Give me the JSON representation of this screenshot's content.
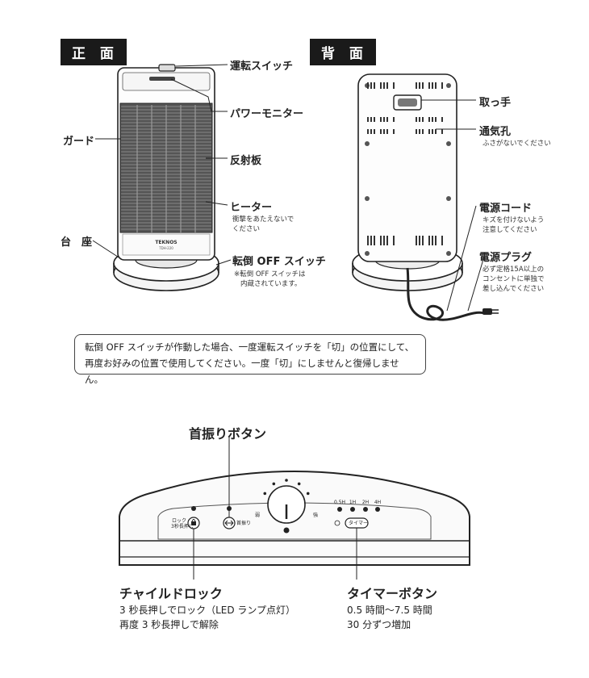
{
  "front": {
    "tag": "正 面",
    "logo": "TEKNOS",
    "model": "TDH-220",
    "labels": {
      "run_switch": "運転スイッチ",
      "power_monitor": "パワーモニター",
      "guard": "ガード",
      "reflector": "反射板",
      "heater": "ヒーター",
      "heater_note_1": "衝撃をあたえないで",
      "heater_note_2": "ください",
      "base": "台　座",
      "tipover_switch": "転倒 OFF スイッチ",
      "tipover_note_1": "※転倒 OFF スイッチは",
      "tipover_note_2": "内蔵されています。"
    }
  },
  "back": {
    "tag": "背 面",
    "labels": {
      "handle": "取っ手",
      "vent": "通気孔",
      "vent_note": "ふさがないでください",
      "power_cord": "電源コード",
      "cord_note_1": "キズを付けないよう",
      "cord_note_2": "注意してください",
      "power_plug": "電源プラグ",
      "plug_note_1": "必ず定格15A以上の",
      "plug_note_2": "コンセントに単独で",
      "plug_note_3": "差し込んでください"
    }
  },
  "notice": {
    "line1": "転倒 OFF スイッチが作動した場合、一度運転スイッチを「切」の位置にして、",
    "line2": "再度お好みの位置で使用してください。一度「切」にしませんと復帰しません。"
  },
  "panel": {
    "swing_button": "首振りボタン",
    "child_lock": "チャイルドロック",
    "child_lock_note_1": "3 秒長押しでロック（LED ランプ点灯）",
    "child_lock_note_2": "再度 3 秒長押しで解除",
    "timer_button": "タイマーボタン",
    "timer_note_1": "0.5 時間〜7.5 時間",
    "timer_note_2": "30 分ずつ増加",
    "lock_label": "ロック",
    "lock_sub": "3秒長押し",
    "swing_label": "首振り",
    "timer_label": "タイマー",
    "dial_weak": "弱",
    "dial_strong": "強",
    "timer_steps": [
      "0.5H",
      "1H",
      "2H",
      "4H"
    ]
  }
}
